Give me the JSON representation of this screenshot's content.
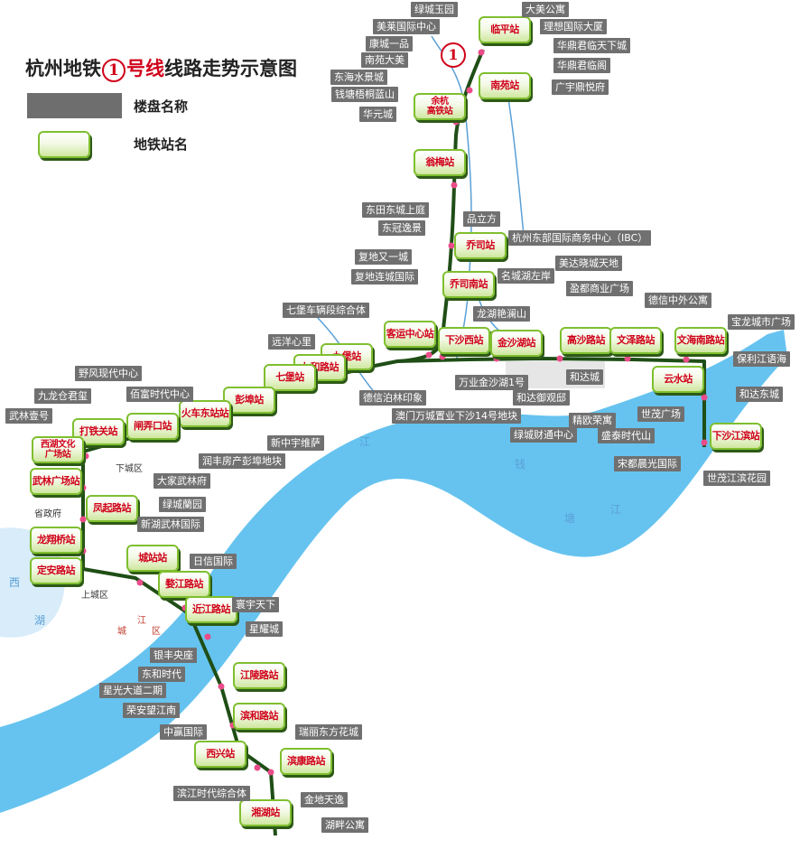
{
  "title": {
    "prefix": "杭州地铁",
    "line_number": "1",
    "mid": "号线",
    "suffix": "线路走势示意图"
  },
  "legend": {
    "property_label": "楼盘名称",
    "station_label": "地铁站名"
  },
  "colors": {
    "line": "#1f4e16",
    "river": "#66c3ef",
    "station_text": "#d0021b",
    "property_bg": "#707070"
  },
  "map_labels": {
    "river_1": "江",
    "river_2": "钱",
    "river_3": "塘",
    "river_4": "江",
    "lake_1": "西",
    "lake_2": "湖",
    "district_1": "城",
    "district_2": "江",
    "district_3": "区",
    "district_4": "下城区",
    "district_5": "上城区",
    "gov": "省政府"
  },
  "stations": [
    {
      "id": "linping",
      "name": "临平站"
    },
    {
      "id": "nanyuan",
      "name": "南苑站"
    },
    {
      "id": "yuhanggaotie",
      "name": "余杭\n高铁站"
    },
    {
      "id": "wengmei",
      "name": "翁梅站"
    },
    {
      "id": "qiaosi",
      "name": "乔司站"
    },
    {
      "id": "qiaosinan",
      "name": "乔司南站"
    },
    {
      "id": "kechuanzhongxin",
      "name": "客运中心站"
    },
    {
      "id": "xiashaxi",
      "name": "下沙西站"
    },
    {
      "id": "jinshahu",
      "name": "金沙湖站"
    },
    {
      "id": "gaosha",
      "name": "高沙路站"
    },
    {
      "id": "wenze",
      "name": "文泽路站"
    },
    {
      "id": "wenhainan",
      "name": "文海南路站"
    },
    {
      "id": "yunshui",
      "name": "云水站"
    },
    {
      "id": "xiashajiangbin",
      "name": "下沙江滨站"
    },
    {
      "id": "jiubao",
      "name": "九堡站"
    },
    {
      "id": "jiuhelu",
      "name": "九和路站"
    },
    {
      "id": "qibao",
      "name": "七堡站"
    },
    {
      "id": "pengbu",
      "name": "彭埠站"
    },
    {
      "id": "huochedongzhan",
      "name": "火车东站站"
    },
    {
      "id": "zhanongkou",
      "name": "闸弄口站"
    },
    {
      "id": "datieguan",
      "name": "打铁关站"
    },
    {
      "id": "xihuwenhua",
      "name": "西湖文化\n广场站"
    },
    {
      "id": "wulinguangchang",
      "name": "武林广场站"
    },
    {
      "id": "fengqilu",
      "name": "凤起路站"
    },
    {
      "id": "longxiangqiao",
      "name": "龙翔桥站"
    },
    {
      "id": "dinganlu",
      "name": "定安路站"
    },
    {
      "id": "chengzhan",
      "name": "城站站"
    },
    {
      "id": "wujianglu",
      "name": "婺江路站"
    },
    {
      "id": "jinjianglu",
      "name": "近江路站"
    },
    {
      "id": "jianglinglu",
      "name": "江陵路站"
    },
    {
      "id": "binhelu",
      "name": "滨和路站"
    },
    {
      "id": "binkanglu",
      "name": "滨康路站"
    },
    {
      "id": "xixing",
      "name": "西兴站"
    },
    {
      "id": "xianghu",
      "name": "湘湖站"
    }
  ],
  "properties": [
    "绿城玉园",
    "大美公寓",
    "美莱国际中心",
    "理想国际大厦",
    "康城一品",
    "华鼎君临天下城",
    "南苑大美",
    "华鼎君临阁",
    "东海水景城",
    "广宇鼎悦府",
    "钱塘梧桐蓝山",
    "华元城",
    "东田东城上庭",
    "东冠逸景",
    "品立方",
    "杭州东部国际商务中心（IBC）",
    "复地又一城",
    "美达晓城天地",
    "复地连城国际",
    "名城湖左岸",
    "盈都商业广场",
    "德信中外公寓",
    "龙湖艳澜山",
    "七堡车辆段综合体",
    "宝龙城市广场",
    "远洋心里",
    "保利江语海",
    "万业金沙湖1号",
    "和达城",
    "和达东城",
    "和达御观邸",
    "德信泊林印象",
    "澳门万城置业下沙14号地块",
    "精欧荣寓",
    "世茂广场",
    "绿城财通中心",
    "盛泰时代山",
    "宋都晨光国际",
    "世茂江滨花园",
    "野风现代中心",
    "九龙仓君玺",
    "佰富时代中心",
    "武林壹号",
    "新中宇维萨",
    "润丰房产彭埠地块",
    "大家武林府",
    "绿城蘭园",
    "新湖武林国际",
    "日信国际",
    "寰宇天下",
    "星耀城",
    "银丰央座",
    "东和时代",
    "星光大道二期",
    "荣安望江南",
    "中赢国际",
    "瑞丽东方花城",
    "滨江时代综合体",
    "金地天逸",
    "湖畔公寓"
  ]
}
